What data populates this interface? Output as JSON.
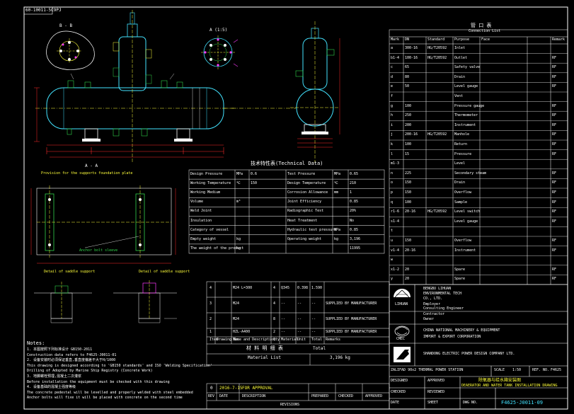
{
  "colors": {
    "background": "#000000",
    "frame": "#ffffff",
    "vessel": "#43e3ff",
    "dimension": "#ff2a2a",
    "annotation": "#ffff3a",
    "green": "#31d24a",
    "magenta": "#ff3bff"
  },
  "drawing_code_top": "60-10011-5C9PJ",
  "views": {
    "section_bb": "B - B",
    "detail_a": "A (1:5)",
    "section_aa": "A - A",
    "aa_caption": "Provision for the supports foundation plate",
    "support_label_1": "Detail of saddle support",
    "support_label_2": "Detail of saddle support",
    "anchor_note": "Anchor bolt sleeve"
  },
  "design_data": {
    "title": "技术特性表(Technical Data)",
    "rows": [
      [
        "Design Pressure",
        "MPa",
        "0.6",
        "Test Pressure",
        "MPa",
        "0.65"
      ],
      [
        "Working Temperature",
        "℃",
        "150",
        "Design Temperature",
        "℃",
        "210"
      ],
      [
        "Working Medium",
        "",
        "",
        "Corrosion Allowance",
        "mm",
        "1"
      ],
      [
        "Volume",
        "m³",
        "",
        "Joint Efficiency",
        "",
        "0.85"
      ],
      [
        "Weld Joint",
        "",
        "",
        "Radiographic Test",
        "",
        "20%"
      ],
      [
        "Insulation",
        "",
        "",
        "Heat Treatment",
        "",
        "No"
      ],
      [
        "Category of vessel",
        "",
        "",
        "Hydraulic test pressure",
        "MPa",
        "0.85"
      ],
      [
        "Empty weight",
        "kg",
        "",
        "Operating weight",
        "kg",
        "3,196"
      ],
      [
        "The weight of the product",
        "kg",
        "",
        "",
        "",
        "11995"
      ]
    ]
  },
  "material_list": {
    "title": "材 料 明 细 表",
    "subtitle": "Material List",
    "rows": [
      [
        "4",
        "",
        "M24 L=300",
        "4",
        "Q345",
        "0.398",
        "1.590",
        ""
      ],
      [
        "3",
        "",
        "M24",
        "4",
        "--",
        "--",
        "--",
        "SUPPLIED BY MANUFACTURER"
      ],
      [
        "2",
        "",
        "M24",
        "8",
        "--",
        "--",
        "--",
        "SUPPLIED BY MANUFACTURER"
      ],
      [
        "1",
        "",
        "HZL-A400",
        "2",
        "--",
        "--",
        "--",
        "SUPPLIED BY MANUFACTURER"
      ]
    ],
    "header": [
      "Item",
      "Drawing No.",
      "Name and Description",
      "Qty",
      "Material",
      "Unit",
      "Total",
      "Remarks"
    ],
    "total_label": "Total",
    "total_value": "3,196  kg"
  },
  "notes": {
    "title": "Notes:",
    "items": [
      "1. 本图按照下列标准设计 GB150-2011",
      "   Construction data refers to F4625-J0011-01",
      "2. 设备安装时必须保证垂直,垂直度偏差不大于H/1000",
      "   This drawing is designed according to 'GB150 standards' and ISO 'Welding Specification'",
      "   Drilling of Adopted by Marine Ship Registry (Concrete Work)",
      "3. 地脚螺栓预埋,混凝土二次灌浆",
      "   Before installation the equipment must be checked with this drawing",
      "4. 设备基础的混凝土强度等级",
      "   The concrete pedestal will be levelled and properly welded with steel embedded",
      "   Anchor bolts will fixe it will be placed with concrete on the second time"
    ]
  },
  "revision": {
    "rev": "0",
    "date": "2016-7-15",
    "desc": "FOR APPROVAL",
    "headers": [
      "REV",
      "DATE",
      "DESCRIPTION",
      "PREPARED",
      "CHECKED",
      "APPROVED"
    ],
    "footer": "REVISIONS"
  },
  "parts_table": {
    "title": "管 口 表",
    "subtitle": "Connection List",
    "headers": [
      "Mark",
      "DN",
      "Standard",
      "Purpose",
      "Face",
      "Remark"
    ],
    "rows": [
      [
        "a",
        "300-16",
        "HG/T20592",
        "Inlet",
        "",
        ""
      ],
      [
        "b1-4",
        "100-16",
        "HG/T20592",
        "Outlet",
        "",
        "RF"
      ],
      [
        "c",
        "65",
        "",
        "Safety valve",
        "",
        "RF"
      ],
      [
        "d",
        "80",
        "",
        "Drain",
        "",
        "RF"
      ],
      [
        "e",
        "50",
        "",
        "Level gauge",
        "",
        "RF"
      ],
      [
        "f",
        "",
        "",
        "Vent",
        "",
        ""
      ],
      [
        "g",
        "100",
        "",
        "Pressure gauge",
        "",
        "RF"
      ],
      [
        "h",
        "250",
        "",
        "Thermometer",
        "",
        "RF"
      ],
      [
        "i",
        "200",
        "",
        "Instrument",
        "",
        "RF"
      ],
      [
        "j",
        "200-16",
        "HG/T20592",
        "Manhole",
        "",
        "RF"
      ],
      [
        "k",
        "100",
        "",
        "Return",
        "",
        "RF"
      ],
      [
        "l",
        "15",
        "",
        "Pressure",
        "",
        "RF"
      ],
      [
        "m1-3",
        "",
        "",
        "Level",
        "",
        ""
      ],
      [
        "n",
        "225",
        "",
        "Secondary steam",
        "",
        "RF"
      ],
      [
        "o",
        "150",
        "",
        "Drain",
        "",
        "RF"
      ],
      [
        "p",
        "150",
        "",
        "Overflow",
        "",
        "RF"
      ],
      [
        "q",
        "100",
        "",
        "Sample",
        "",
        "RF"
      ],
      [
        "r1-6",
        "20-16",
        "HG/T20592",
        "Level switch",
        "",
        "RF"
      ],
      [
        "s1-4",
        "",
        "",
        "Level gauge",
        "",
        "RF"
      ],
      [
        "t",
        "",
        "",
        "",
        "",
        ""
      ],
      [
        "u",
        "150",
        "",
        "Overflow",
        "",
        "RF"
      ],
      [
        "v1-4",
        "20-16",
        "",
        "Instrument",
        "",
        "RF"
      ],
      [
        "w",
        "",
        "",
        "",
        "",
        ""
      ],
      [
        "x1-2",
        "20",
        "",
        "Spare",
        "",
        "RF"
      ],
      [
        "y",
        "20",
        "",
        "Spare",
        "",
        "RF"
      ]
    ]
  },
  "title_block": {
    "company_1_line1": "BENGBU LIHUAN",
    "company_1_line2": "ENVIRONMENTAL TECH",
    "company_1_line3": "CO., LTD.",
    "company_1_logo_text": "LIHUAN",
    "owner_line1": "Employer",
    "owner_line2": "Consulting Engineer",
    "owner_line3": "Contractor",
    "owner_line4": "Owner",
    "company_2_line1": "CHINA NATIONAL MACHINERY & EQUIPMENT",
    "company_2_line2": "IMPORT & EXPORT CORPORATION",
    "company_2_logo_text": "CMEC",
    "company_3": "SHANDONG ELECTRIC POWER DESIGN COMPANY LTD.",
    "project": "ZALIFAD 90x2 THERMAL POWER STATION",
    "scale_label": "SCALE",
    "scale_value": "1:50",
    "ref_label": "REF. NO.",
    "ref_value": "F4625",
    "title_cn": "除氧器与给水箱安装图",
    "title_en": "DEAERATOR AND WATER TANK INSTALLATION DRAWING",
    "designed": "DESIGNED",
    "checked": "CHECKED",
    "approved": "APPROVED",
    "reviewed": "REVIEWED",
    "date_label": "DATE",
    "sheet_label": "SHEET",
    "drawing_no_label": "DWG NO.",
    "drawing_no": "F4625-J0011-09"
  }
}
